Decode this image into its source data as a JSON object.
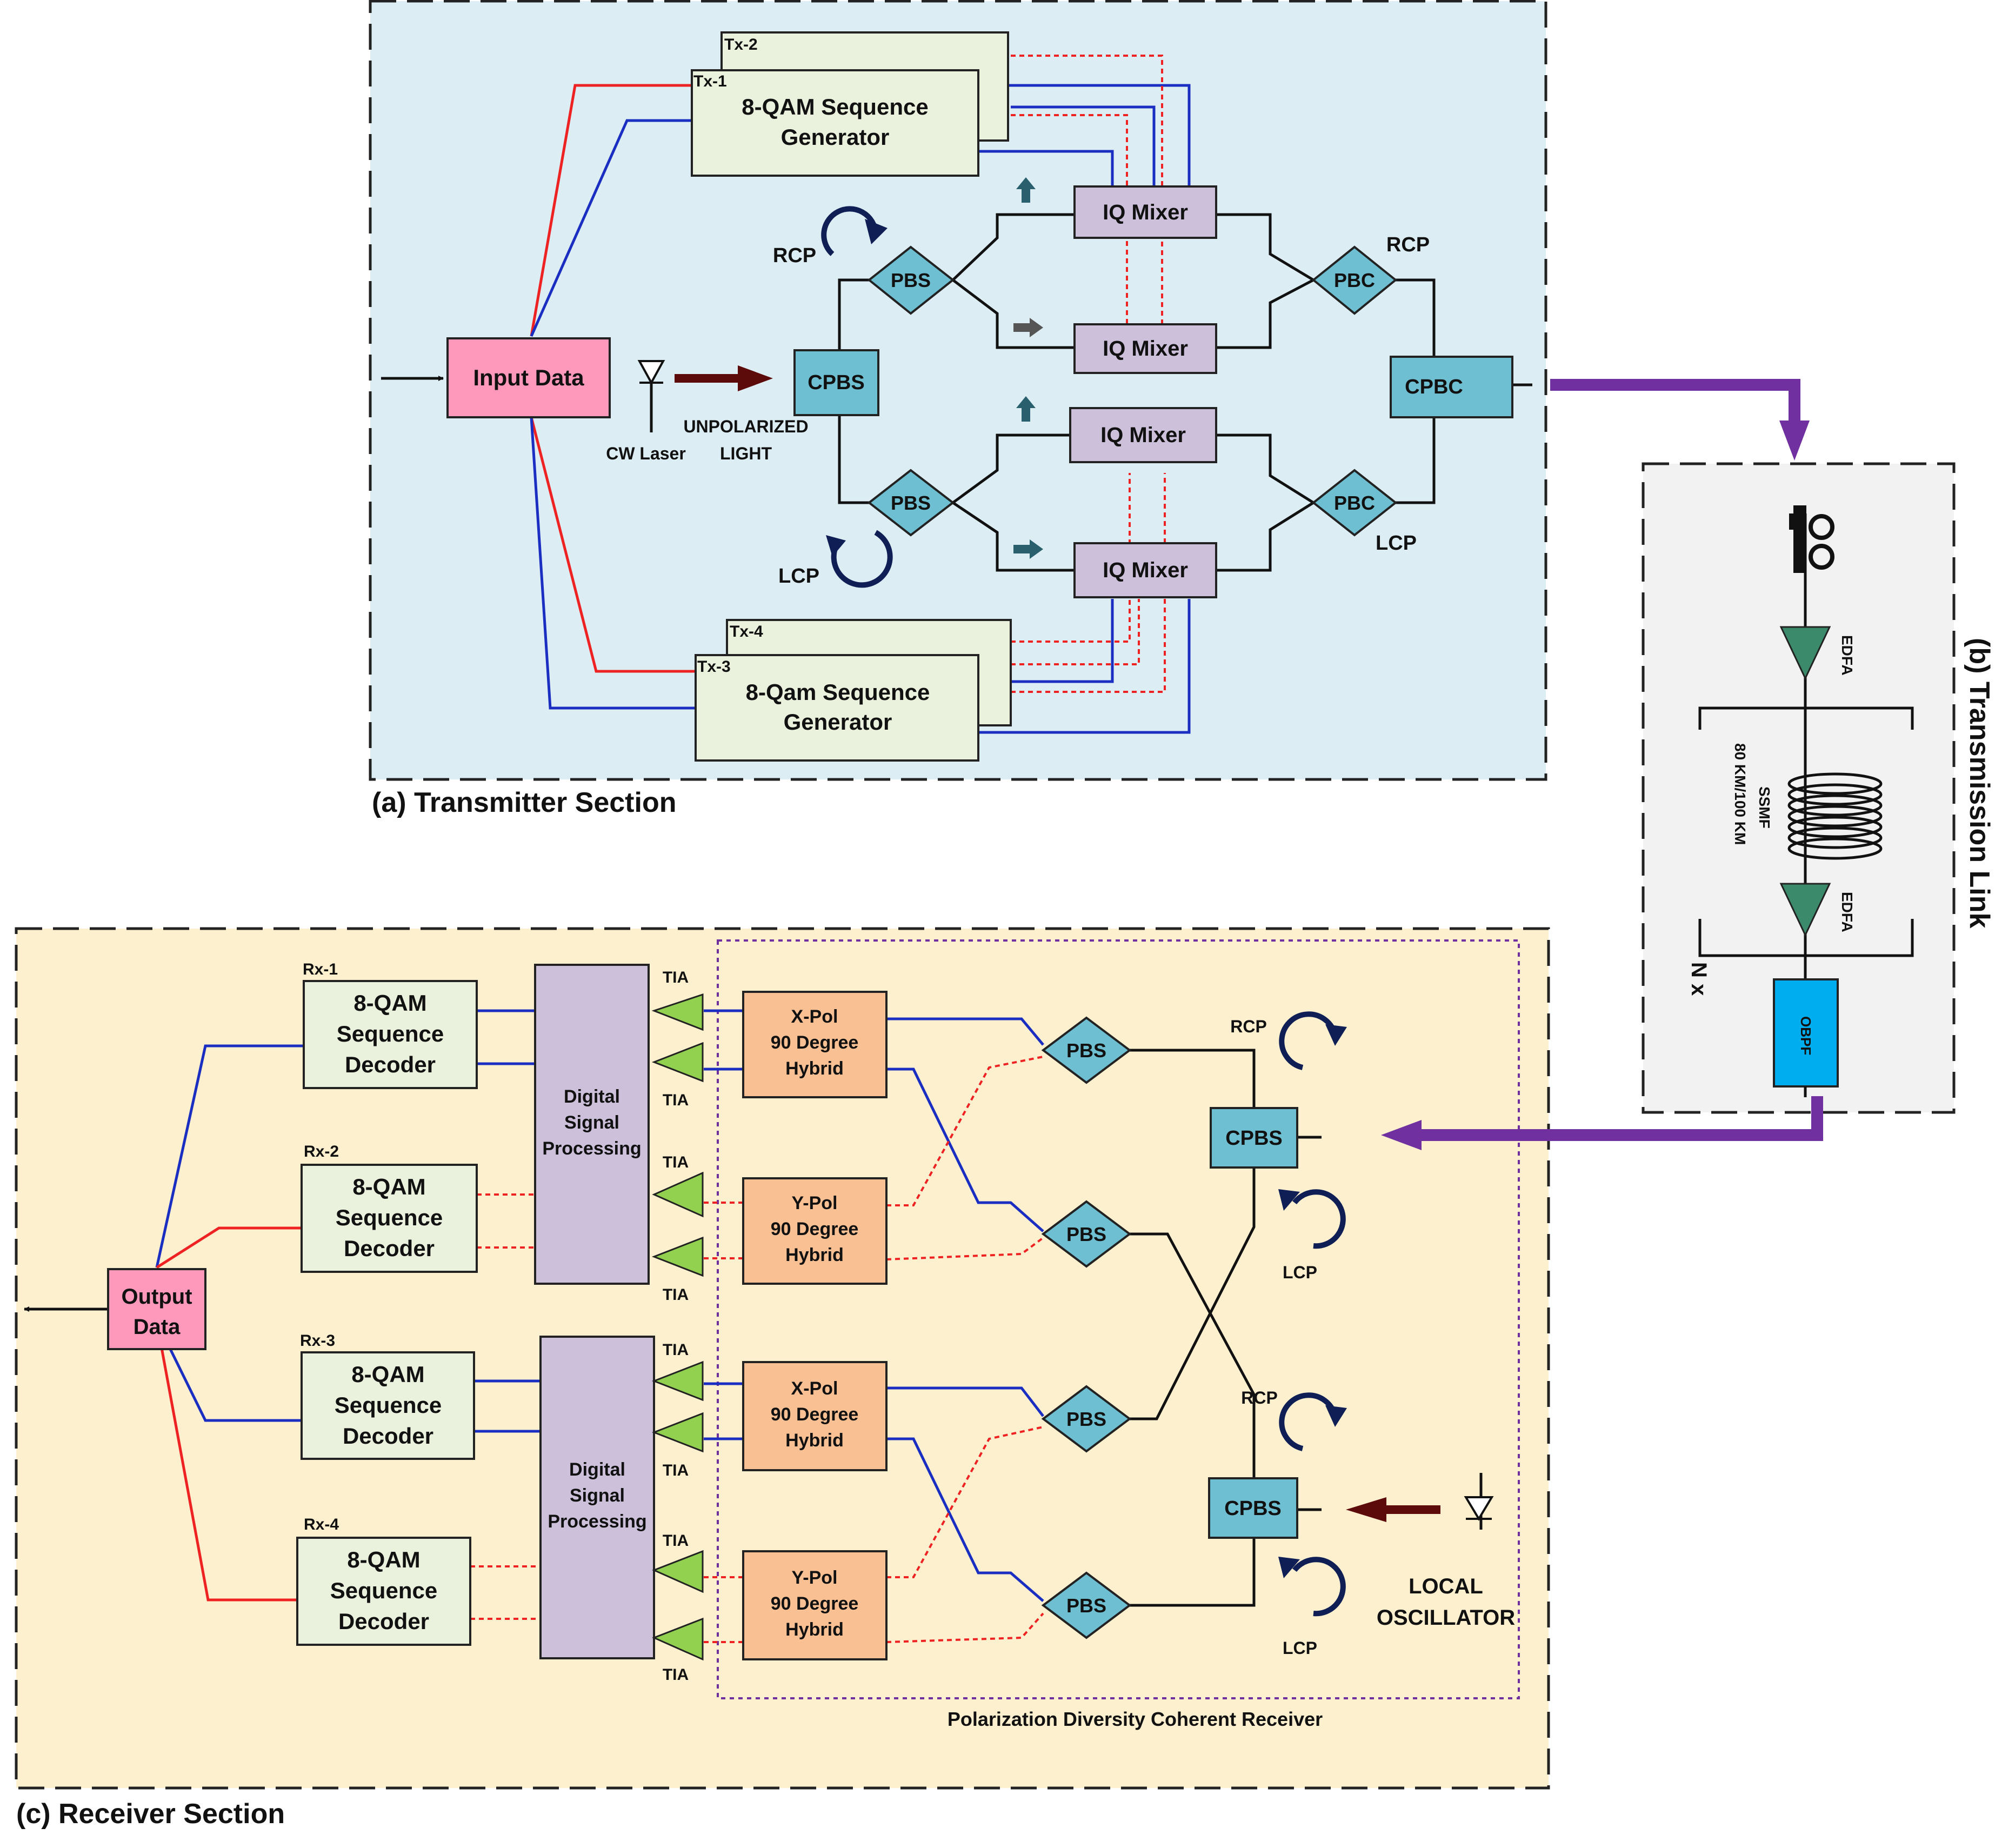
{
  "transmitter": {
    "caption": "(a) Transmitter Section",
    "input_data": "Input Data",
    "cw_laser": "CW Laser",
    "unpolarized": [
      "UNPOLARIZED",
      "LIGHT"
    ],
    "cpbs": "CPBS",
    "cpbc": "CPBC",
    "pbs": "PBS",
    "pbc": "PBC",
    "iq_mixer": "IQ Mixer",
    "rcp": "RCP",
    "lcp": "LCP",
    "tx1": "Tx-1",
    "tx2": "Tx-2",
    "tx3": "Tx-3",
    "tx4": "Tx-4",
    "gen_top": [
      "8-QAM Sequence",
      "Generator"
    ],
    "gen_bottom": [
      "8-Qam Sequence",
      "Generator"
    ]
  },
  "link": {
    "caption": "(b) Transmission Link",
    "edfa": "EDFA",
    "ssmf": [
      "SSMF",
      "80 KM/100 KM"
    ],
    "n": "N x",
    "obpf": "OBPF"
  },
  "receiver": {
    "caption": "(c) Receiver Section",
    "output_data": [
      "Output",
      "Data"
    ],
    "rx1": "Rx-1",
    "rx2": "Rx-2",
    "rx3": "Rx-3",
    "rx4": "Rx-4",
    "decoder": [
      "8-QAM",
      "Sequence",
      "Decoder"
    ],
    "dsp": [
      "Digital",
      "Signal",
      "Processing"
    ],
    "tia": "TIA",
    "xpol": [
      "X-Pol",
      "90 Degree",
      "Hybrid"
    ],
    "ypol": [
      "Y-Pol",
      "90 Degree",
      "Hybrid"
    ],
    "pbs": "PBS",
    "cpbs": "CPBS",
    "rcp": "RCP",
    "lcp": "LCP",
    "lo": [
      "LOCAL",
      "OSCILLATOR"
    ],
    "pdcr": "Polarization Diversity Coherent Receiver"
  },
  "colors": {
    "tx_bg": "#dcedf3",
    "link_bg": "#f2f2f2",
    "rx_bg": "#fdf0cf",
    "pink": "#ff99bb",
    "gen": "#eaf1dd",
    "blue_box": "#6ebfd1",
    "mixer": "#ccc0da",
    "hybrid": "#f9c193",
    "dsp": "#ccc0da",
    "tia": "#92d050",
    "edfa": "#3b8a6b",
    "obpf": "#00aeef",
    "purple": "#7030a0",
    "red": "#ee2222",
    "blue": "#1a2ec2",
    "laser_arrow": "#5c0a0a",
    "circ": "#0f1e54"
  }
}
